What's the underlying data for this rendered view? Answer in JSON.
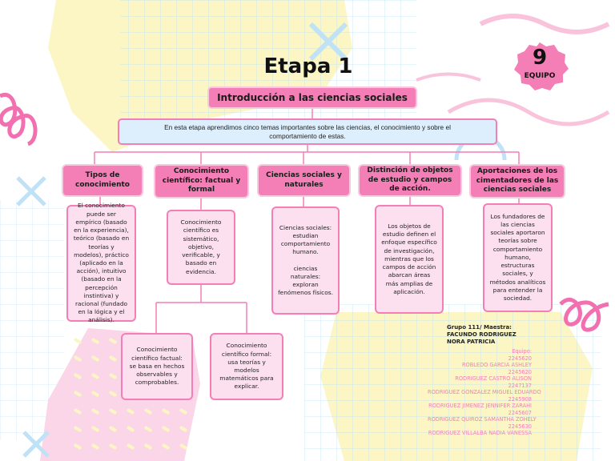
{
  "title": "Etapa 1",
  "badge": {
    "number": "9",
    "label": "EQUIPO"
  },
  "main_topic": "Introducción a las ciencias sociales",
  "intro": "En esta etapa aprendimos cinco temas importantes sobre las ciencias, el conocimiento y sobre el comportamiento de estas.",
  "branches": [
    {
      "heading": "Tipos de conocimiento",
      "detail": "El conocimiento puede ser empírico (basado en la experiencia), teórico (basado en teorías y modelos), práctico (aplicado en la acción), intuitivo (basado en la percepción instintiva) y racional (fundado en la lógica y el análisis)."
    },
    {
      "heading": "Conocimiento científico: factual y formal",
      "detail": "Conocimiento científico es sistemático, objetivo, verificable, y basado en evidencia.",
      "children": [
        {
          "detail": "Conocimiento científico factual: se basa en hechos observables y comprobables."
        },
        {
          "detail": "Conocimiento científico formal: usa teorías y modelos matemáticos para explicar."
        }
      ]
    },
    {
      "heading": "Ciencias sociales y naturales",
      "detail": "Ciencias sociales: estudian comportamiento humano.\n\nciencias naturales: exploran fenómenos físicos."
    },
    {
      "heading": "Distinción de objetos de estudio y campos de acción.",
      "detail": "Los objetos de estudio definen el enfoque específico de investigación, mientras que los campos de acción abarcan áreas más amplias de aplicación."
    },
    {
      "heading": "Aportaciones de los cimentadores de las ciencias sociales",
      "detail": "Los fundadores de las ciencias sociales aportaron teorías sobre comportamiento humano, estructuras sociales, y métodos analíticos para entender la sociedad."
    }
  ],
  "credits": {
    "heading": "Grupo 111/ Maestra: FACUNDO RODRIGUEZ NORA PATRICIA",
    "lines": [
      "Equipo:",
      "2245620",
      "ROBLEDO GARCIA ASHLEY",
      "2245620",
      "RODRIGUEZ CASTRO ALISON",
      "2247137",
      "RODRIGUEZ GONZALEZ MIGUEL EDUARDO",
      "2245908",
      "RODRIGUEZ JIMENEZ JENNIFER ZARAHI",
      "2245607",
      "RODRIGUEZ QUIROZ SAMANTHA ZOHELY",
      "2245630",
      "RODRIGUEZ VILLALBA NADIA VANESSA"
    ]
  },
  "colors": {
    "pink": "#f37fb6",
    "light_pink": "#fde0f0",
    "light_blue": "#ddeefc",
    "yellow": "#fbf6c4",
    "sky": "#bfe2f7"
  }
}
